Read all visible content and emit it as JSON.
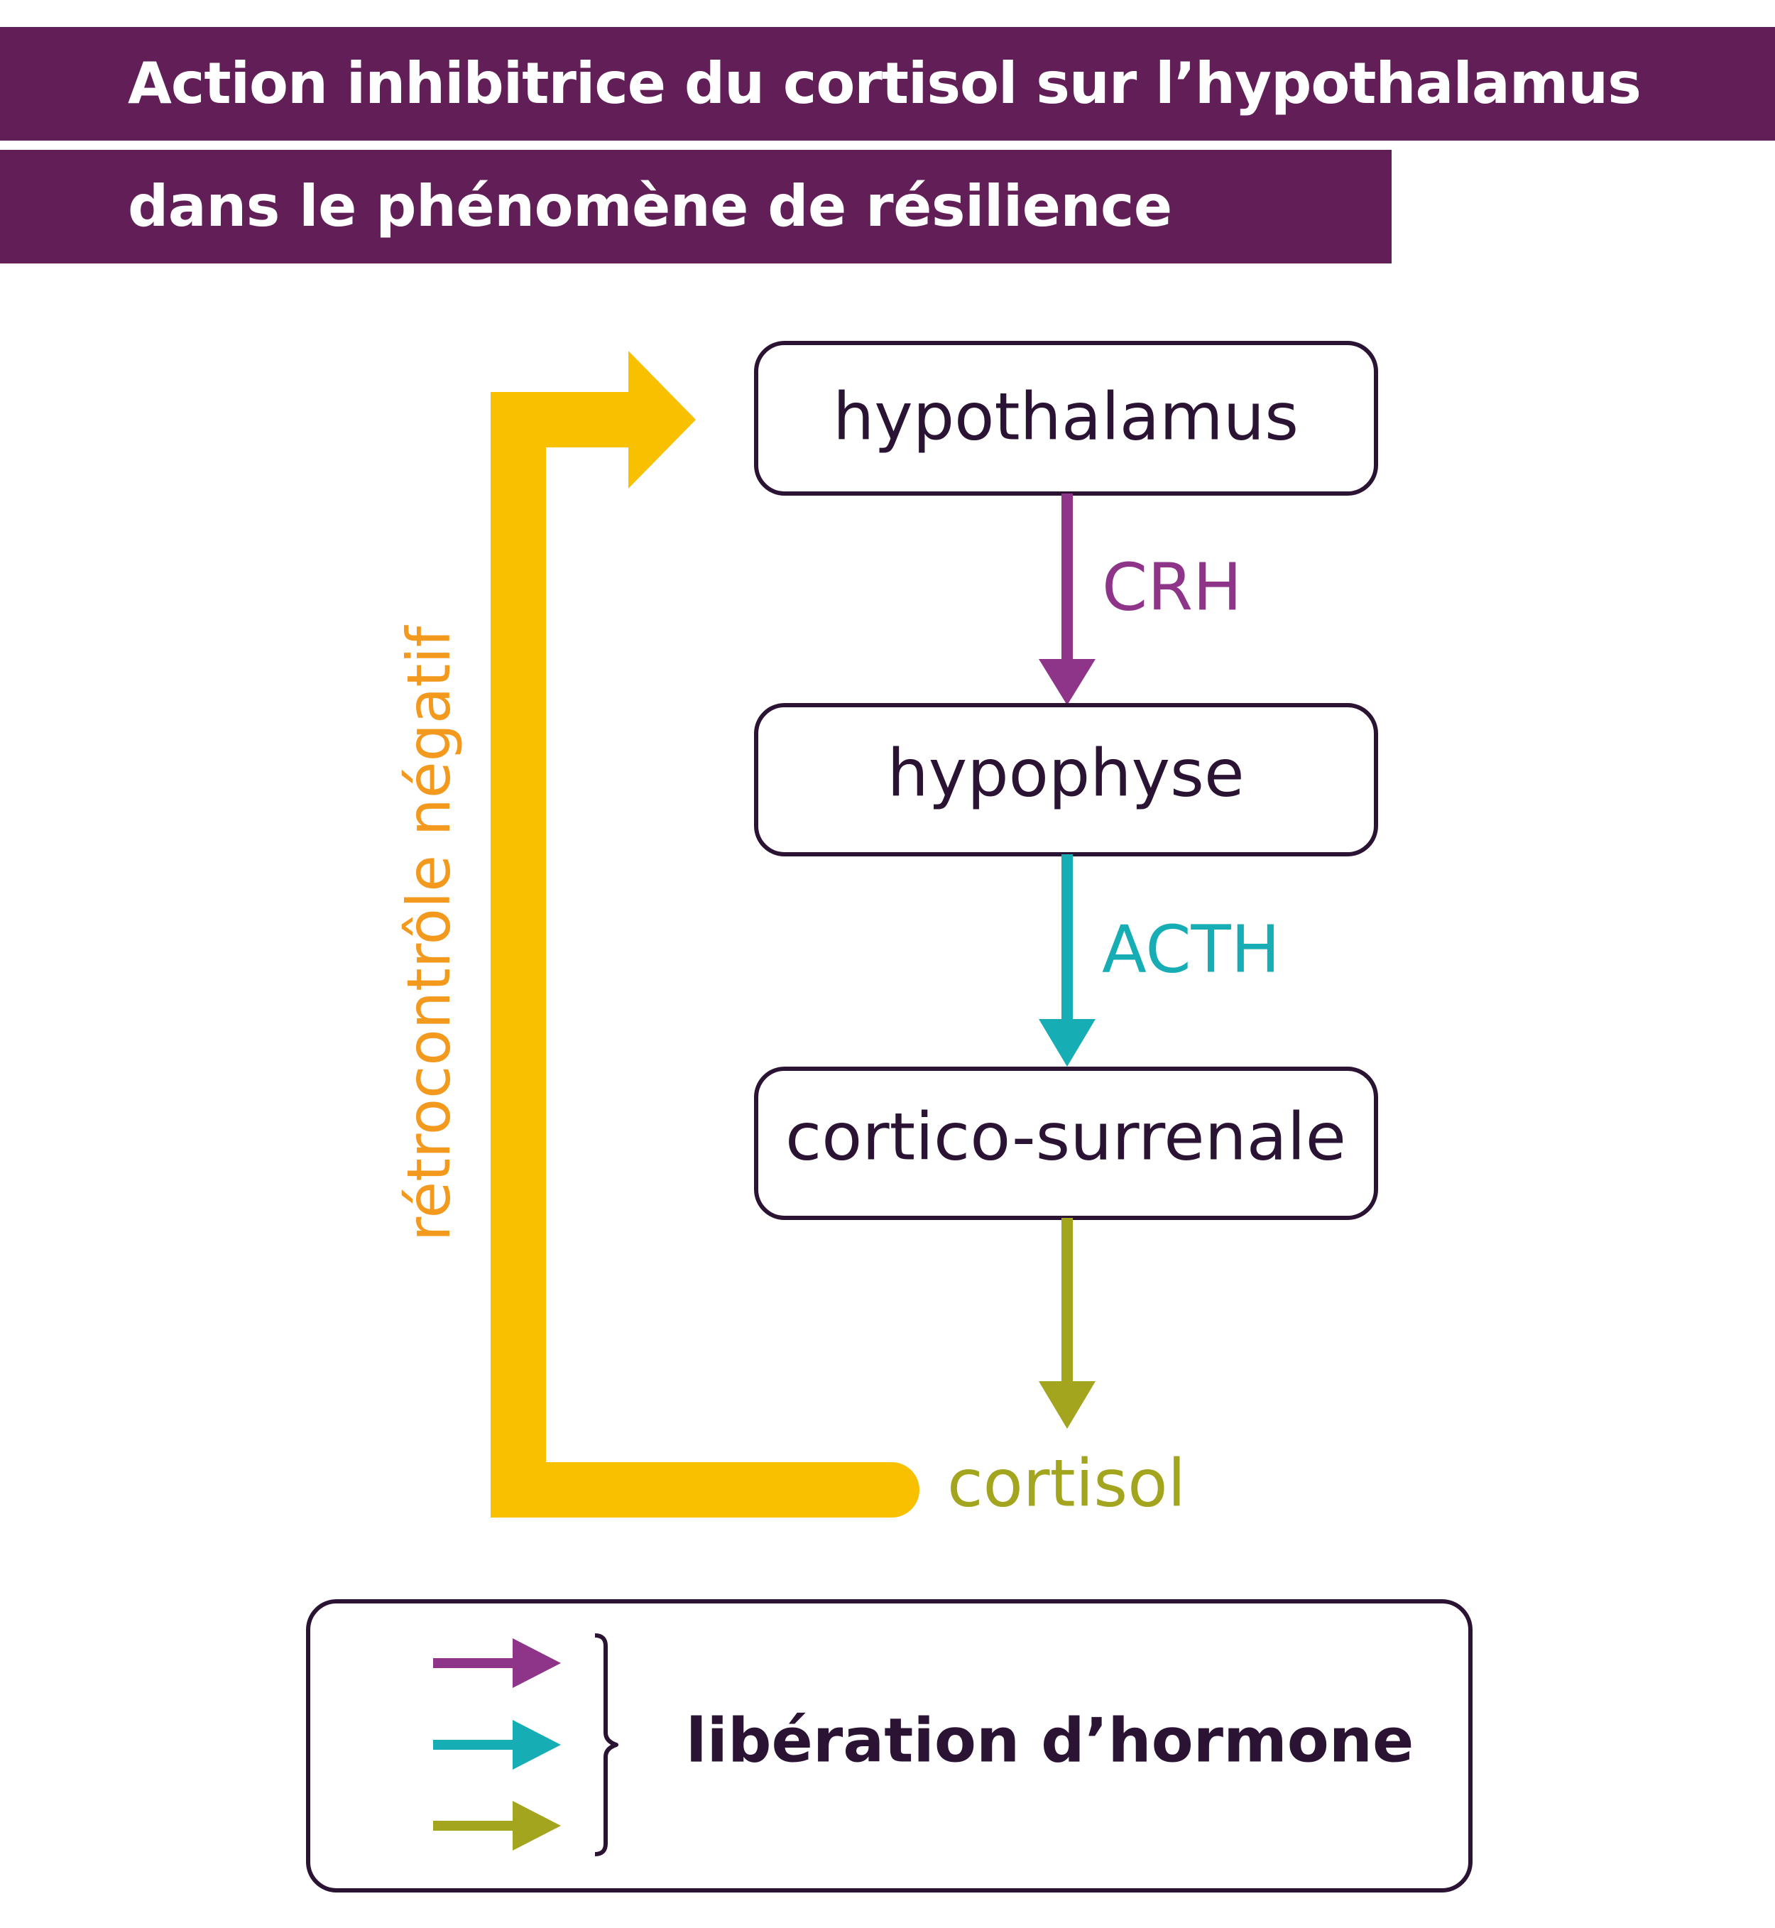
{
  "title": {
    "line1": "Action inhibitrice du cortisol sur l’hypothalamus",
    "line2": "dans le phénomène de résilience"
  },
  "boxes": {
    "hypothalamus": "hypothalamus",
    "hypophyse": "hypophyse",
    "cortico": "cortico-surrenale"
  },
  "hormones": {
    "crh": "CRH",
    "acth": "ACTH",
    "cortisol": "cortisol"
  },
  "feedback": {
    "label": "rétrocontrôle négatif"
  },
  "legend": {
    "label": "libération d’hormone"
  },
  "colors": {
    "title_bg": "#621f57",
    "box_stroke": "#2b1433",
    "crh": "#8e3589",
    "acth": "#17adb5",
    "cortisol": "#a3a51f",
    "feedback_arrow": "#f9c000",
    "feedback_text": "#f39a1e"
  }
}
